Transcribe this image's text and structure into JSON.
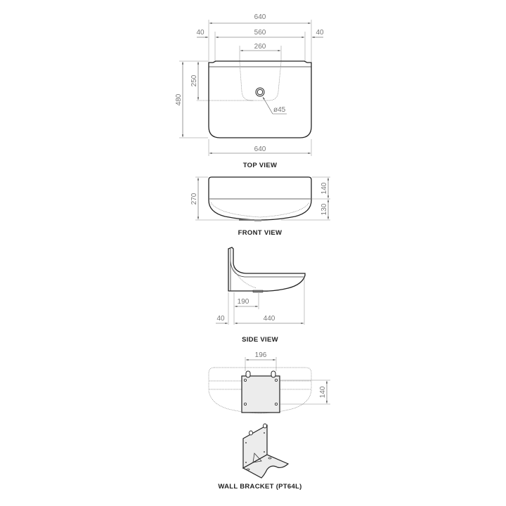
{
  "views": {
    "top": {
      "title": "TOP VIEW",
      "dims": {
        "overall_width": "640",
        "inner_width": "560",
        "left_margin": "40",
        "right_margin": "40",
        "waste_width": "260",
        "depth": "480",
        "waste_depth": "250",
        "bottom_width": "640",
        "waste_diameter": "ø45"
      }
    },
    "front": {
      "title": "FRONT VIEW",
      "dims": {
        "overall_height": "270",
        "upper_height": "140",
        "lower_height": "130"
      }
    },
    "side": {
      "title": "SIDE VIEW",
      "dims": {
        "waste_offset": "190",
        "wall_gap": "40",
        "projection": "440"
      }
    },
    "rear": {
      "dims": {
        "bracket_width": "196",
        "bracket_height": "140"
      }
    },
    "bracket": {
      "title": "WALL BRACKET (PT64L)"
    }
  },
  "colors": {
    "line": "#222222",
    "dimension": "#777777",
    "plate": "#ececec"
  }
}
